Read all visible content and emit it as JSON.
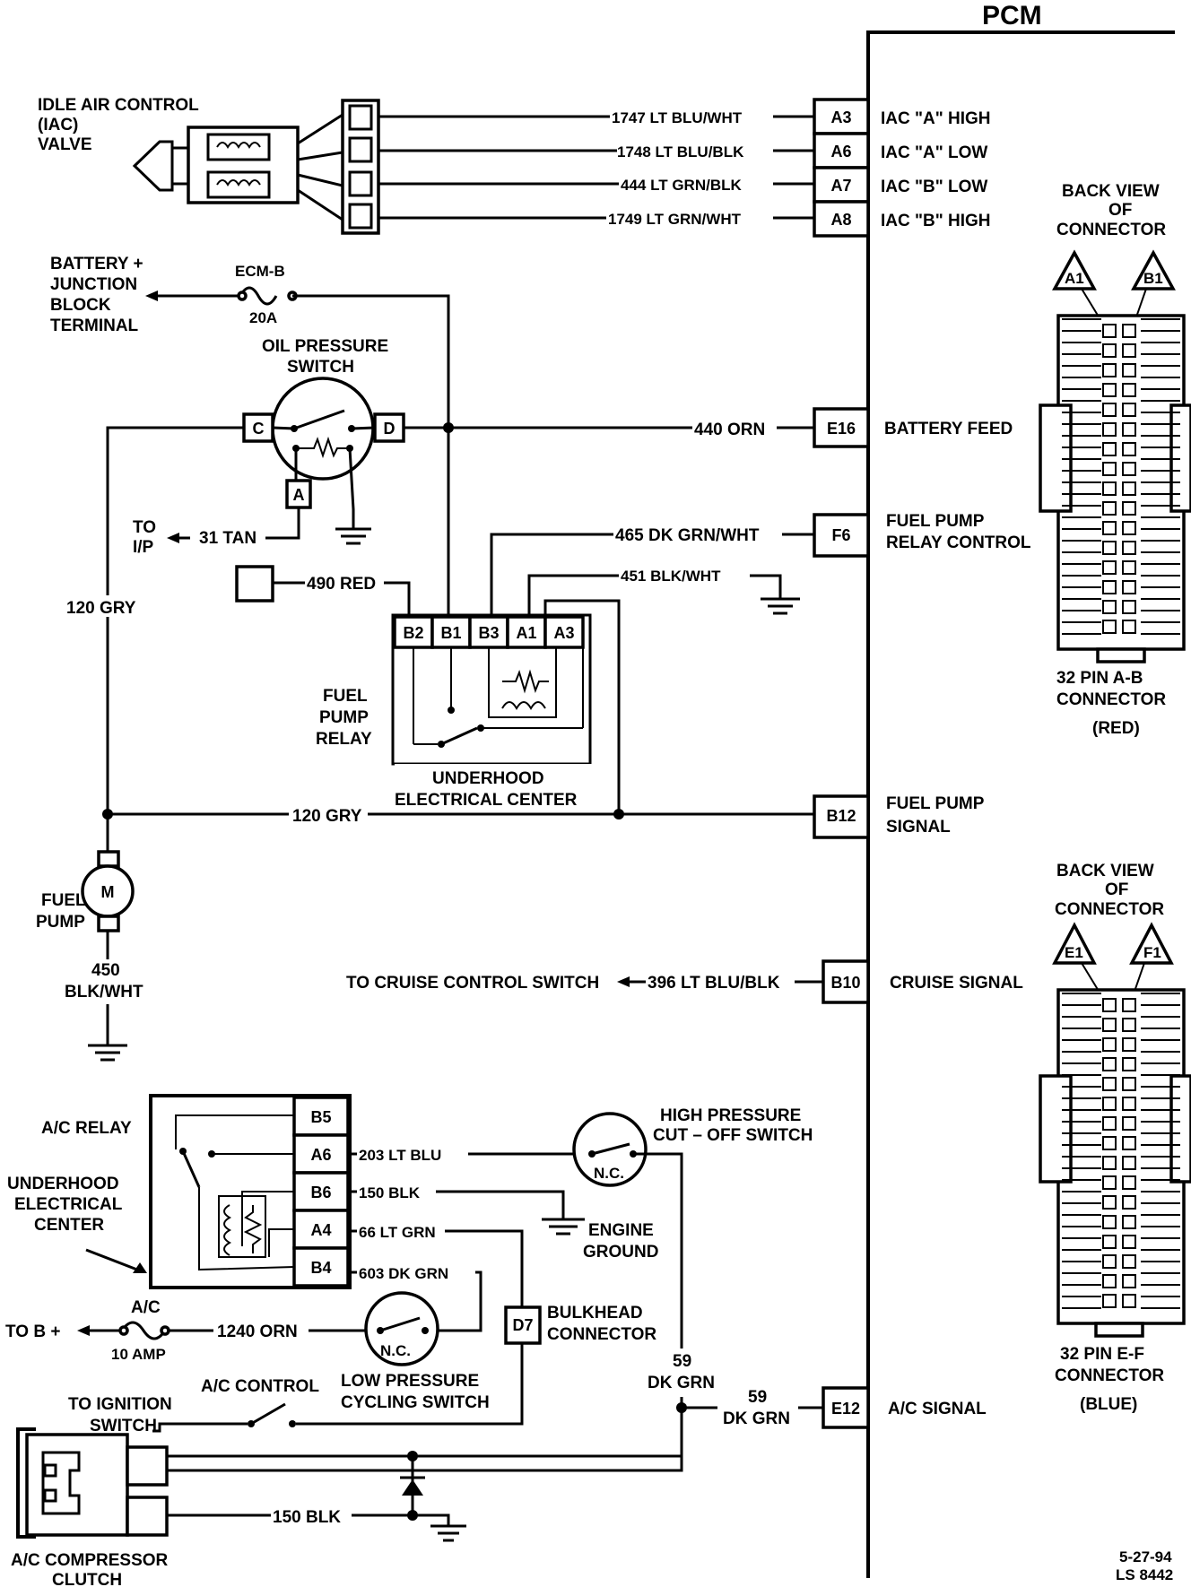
{
  "pcm": {
    "title": "PCM"
  },
  "iac": {
    "title_lines": [
      "IDLE AIR CONTROL",
      "(IAC)",
      "VALVE"
    ],
    "wires": [
      {
        "wire": "1747 LT BLU/WHT",
        "pin": "A3",
        "signal": "IAC \"A\" HIGH"
      },
      {
        "wire": "1748 LT BLU/BLK",
        "pin": "A6",
        "signal": "IAC \"A\" LOW"
      },
      {
        "wire": "444 LT GRN/BLK",
        "pin": "A7",
        "signal": "IAC \"B\" LOW"
      },
      {
        "wire": "1749 LT GRN/WHT",
        "pin": "A8",
        "signal": "IAC \"B\" HIGH"
      }
    ]
  },
  "battery": {
    "lines": [
      "BATTERY +",
      "JUNCTION",
      "BLOCK",
      "TERMINAL"
    ],
    "fuse_name": "ECM-B",
    "fuse_rating": "20A"
  },
  "oil_switch": {
    "lines": [
      "OIL PRESSURE",
      "SWITCH"
    ],
    "terminals": {
      "c": "C",
      "d": "D",
      "a": "A"
    },
    "to_ip_lines": [
      "TO",
      "I/P"
    ],
    "to_ip_wire": "31 TAN"
  },
  "battery_feed": {
    "wire": "440 ORN",
    "pin": "E16",
    "signal": "BATTERY FEED"
  },
  "fuel_relay_ctrl": {
    "wire": "465 DK GRN/WHT",
    "pin": "F6",
    "signal_lines": [
      "FUEL PUMP",
      "RELAY CONTROL"
    ]
  },
  "relay_ground_wire": "451 BLK/WHT",
  "red_wire": "490 RED",
  "gry_vertical": "120 GRY",
  "fuel_relay": {
    "pins": [
      "B2",
      "B1",
      "B3",
      "A1",
      "A3"
    ],
    "label_lines": [
      "FUEL",
      "PUMP",
      "RELAY"
    ],
    "center_lines": [
      "UNDERHOOD",
      "ELECTRICAL CENTER"
    ]
  },
  "fuel_signal": {
    "wire": "120 GRY",
    "pin": "B12",
    "signal_lines": [
      "FUEL PUMP",
      "SIGNAL"
    ]
  },
  "fuel_pump": {
    "motor": "M",
    "lines": [
      "FUEL",
      "PUMP"
    ],
    "ground_lines": [
      "450",
      "BLK/WHT"
    ]
  },
  "cruise": {
    "dest": "TO CRUISE CONTROL SWITCH",
    "wire": "396 LT BLU/BLK",
    "pin": "B10",
    "signal": "CRUISE SIGNAL"
  },
  "connector_ab": {
    "header_lines": [
      "BACK VIEW",
      "OF",
      "CONNECTOR"
    ],
    "tags": [
      "A1",
      "B1"
    ],
    "name_lines": [
      "32 PIN A-B",
      "CONNECTOR"
    ],
    "color": "(RED)"
  },
  "connector_ef": {
    "header_lines": [
      "BACK VIEW",
      "OF",
      "CONNECTOR"
    ],
    "tags": [
      "E1",
      "F1"
    ],
    "name_lines": [
      "32 PIN E-F",
      "CONNECTOR"
    ],
    "color": "(BLUE)"
  },
  "ac_relay": {
    "label": "A/C RELAY",
    "center_lines": [
      "UNDERHOOD",
      "ELECTRICAL",
      "CENTER"
    ],
    "pins": [
      "B5",
      "A6",
      "B6",
      "A4",
      "B4"
    ],
    "wires": {
      "a6": "203 LT BLU",
      "b6": "150 BLK",
      "a4": "66 LT GRN",
      "b4": "603 DK GRN"
    }
  },
  "high_pressure": {
    "lines": [
      "HIGH PRESSURE",
      "CUT – OFF SWITCH"
    ],
    "nc": "N.C."
  },
  "engine_ground": {
    "lines": [
      "ENGINE",
      "GROUND"
    ]
  },
  "ac_fuse": {
    "dest": "TO B +",
    "name": "A/C",
    "rating": "10 AMP",
    "wire": "1240 ORN"
  },
  "low_pressure": {
    "nc": "N.C.",
    "lines": [
      "LOW PRESSURE",
      "CYCLING SWITCH"
    ]
  },
  "bulkhead": {
    "pin": "D7",
    "lines": [
      "BULKHEAD",
      "CONNECTOR"
    ]
  },
  "dk_grn_vertical": [
    "59",
    "DK GRN"
  ],
  "ac_signal": {
    "wire_lines": [
      "59",
      "DK GRN"
    ],
    "pin": "E12",
    "signal": "A/C SIGNAL"
  },
  "ignition": {
    "lines": [
      "TO IGNITION",
      "SWITCH"
    ],
    "control": "A/C CONTROL"
  },
  "clutch": {
    "wire": "150 BLK",
    "lines": [
      "A/C COMPRESSOR",
      "CLUTCH"
    ]
  },
  "footer": {
    "date": "5-27-94",
    "code": "LS 8442"
  }
}
